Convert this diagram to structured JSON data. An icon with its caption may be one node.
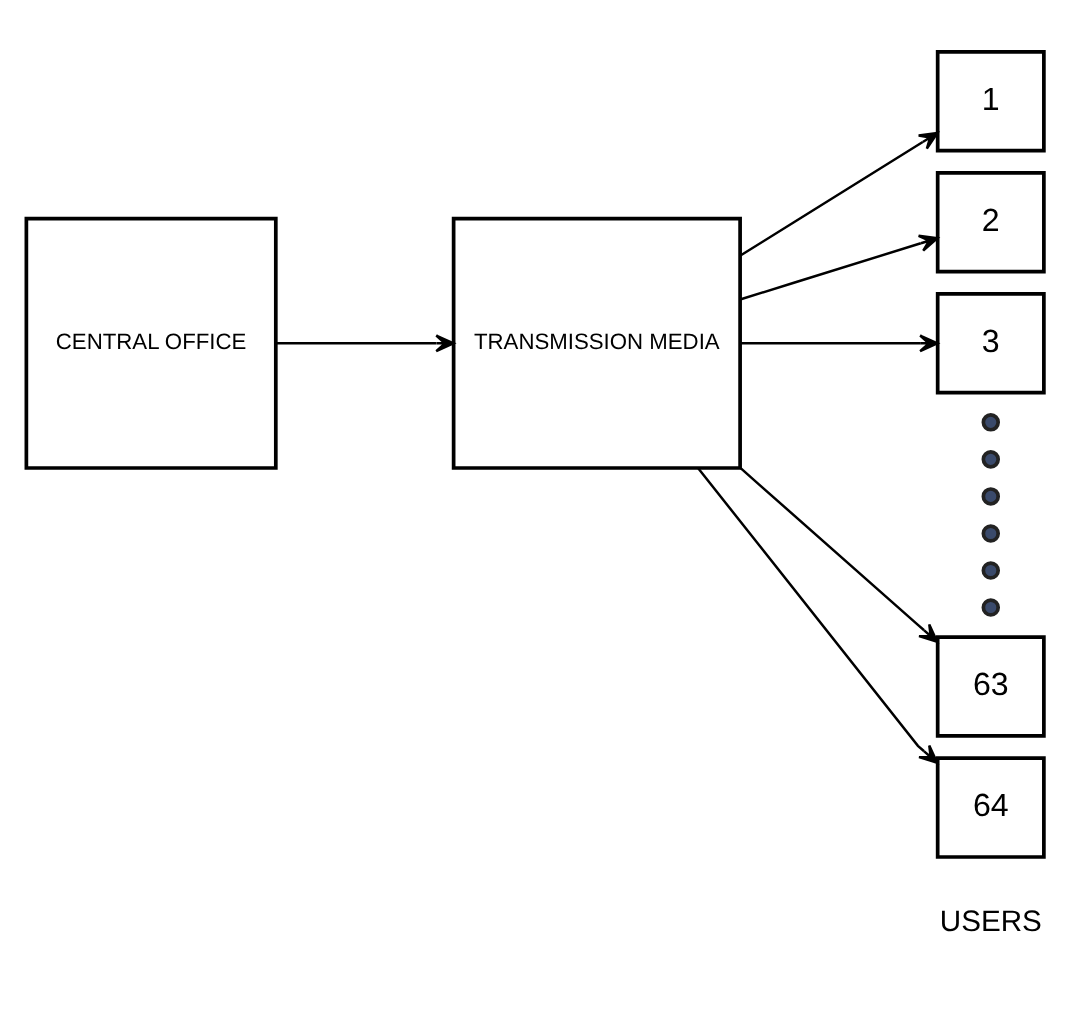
{
  "diagram": {
    "nodes": [
      {
        "text": [
          "CENTRAL OFFICE"
        ]
      },
      {
        "text": [
          "TRANSMISSION MEDIA"
        ]
      },
      {
        "text": [
          "1"
        ]
      },
      {
        "text": [
          "2"
        ]
      },
      {
        "text": [
          "3"
        ]
      },
      {
        "text": [],
        "shape": "circle"
      },
      {
        "text": [],
        "shape": "circle"
      },
      {
        "text": [],
        "shape": "circle"
      },
      {
        "text": [],
        "shape": "circle"
      },
      {
        "text": [],
        "shape": "circle"
      },
      {
        "text": [],
        "shape": "circle"
      },
      {
        "text": [
          "63"
        ]
      },
      {
        "text": [
          "64"
        ]
      }
    ],
    "edges": [
      {
        "from": 0,
        "to": 1,
        "arrow": "to"
      },
      {
        "from": 1,
        "to": 2,
        "arrow": "to"
      },
      {
        "from": 1,
        "to": 3,
        "arrow": "to"
      },
      {
        "from": 1,
        "to": 4,
        "arrow": "to"
      },
      {
        "from": 1,
        "to": 11,
        "arrow": "to"
      },
      {
        "from": 1,
        "to": 12,
        "arrow": "to"
      }
    ],
    "labels": [
      "USERS"
    ]
  }
}
